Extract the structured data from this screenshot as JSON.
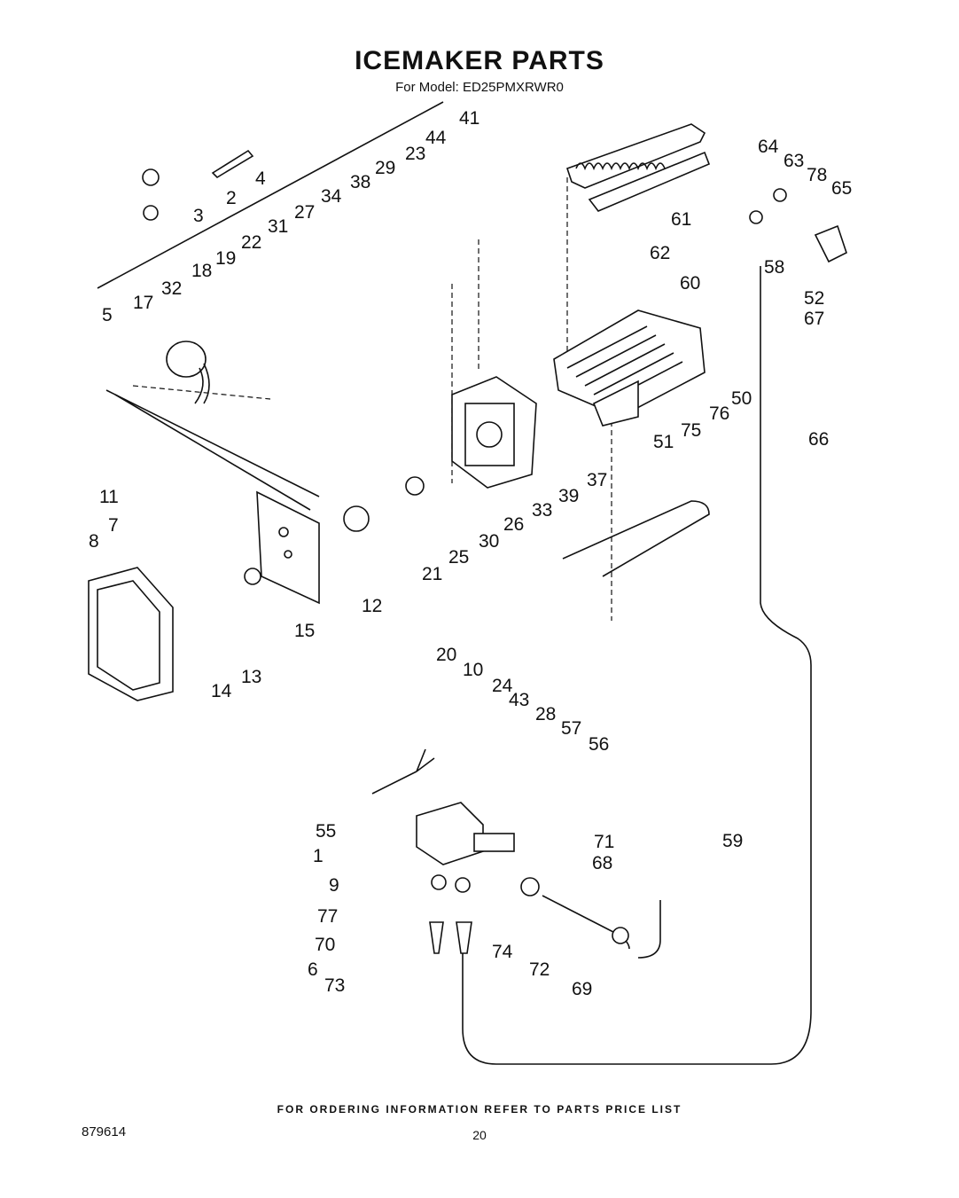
{
  "title": "ICEMAKER PARTS",
  "subtitle": "For Model: ED25PMXRWR0",
  "footer": "FOR ORDERING INFORMATION REFER TO PARTS PRICE LIST",
  "doc_number": "879614",
  "page_number": "20",
  "callouts": [
    "41",
    "44",
    "64",
    "63",
    "78",
    "65",
    "29",
    "23",
    "38",
    "34",
    "27",
    "31",
    "22",
    "19",
    "18",
    "32",
    "17",
    "5",
    "2",
    "4",
    "3",
    "61",
    "62",
    "60",
    "58",
    "52",
    "67",
    "66",
    "50",
    "76",
    "75",
    "51",
    "37",
    "39",
    "33",
    "26",
    "30",
    "25",
    "21",
    "12",
    "11",
    "7",
    "8",
    "14",
    "13",
    "15",
    "20",
    "10",
    "24",
    "43",
    "28",
    "57",
    "56",
    "55",
    "1",
    "9",
    "71",
    "77",
    "70",
    "6",
    "73",
    "74",
    "72",
    "69",
    "68",
    "59"
  ]
}
